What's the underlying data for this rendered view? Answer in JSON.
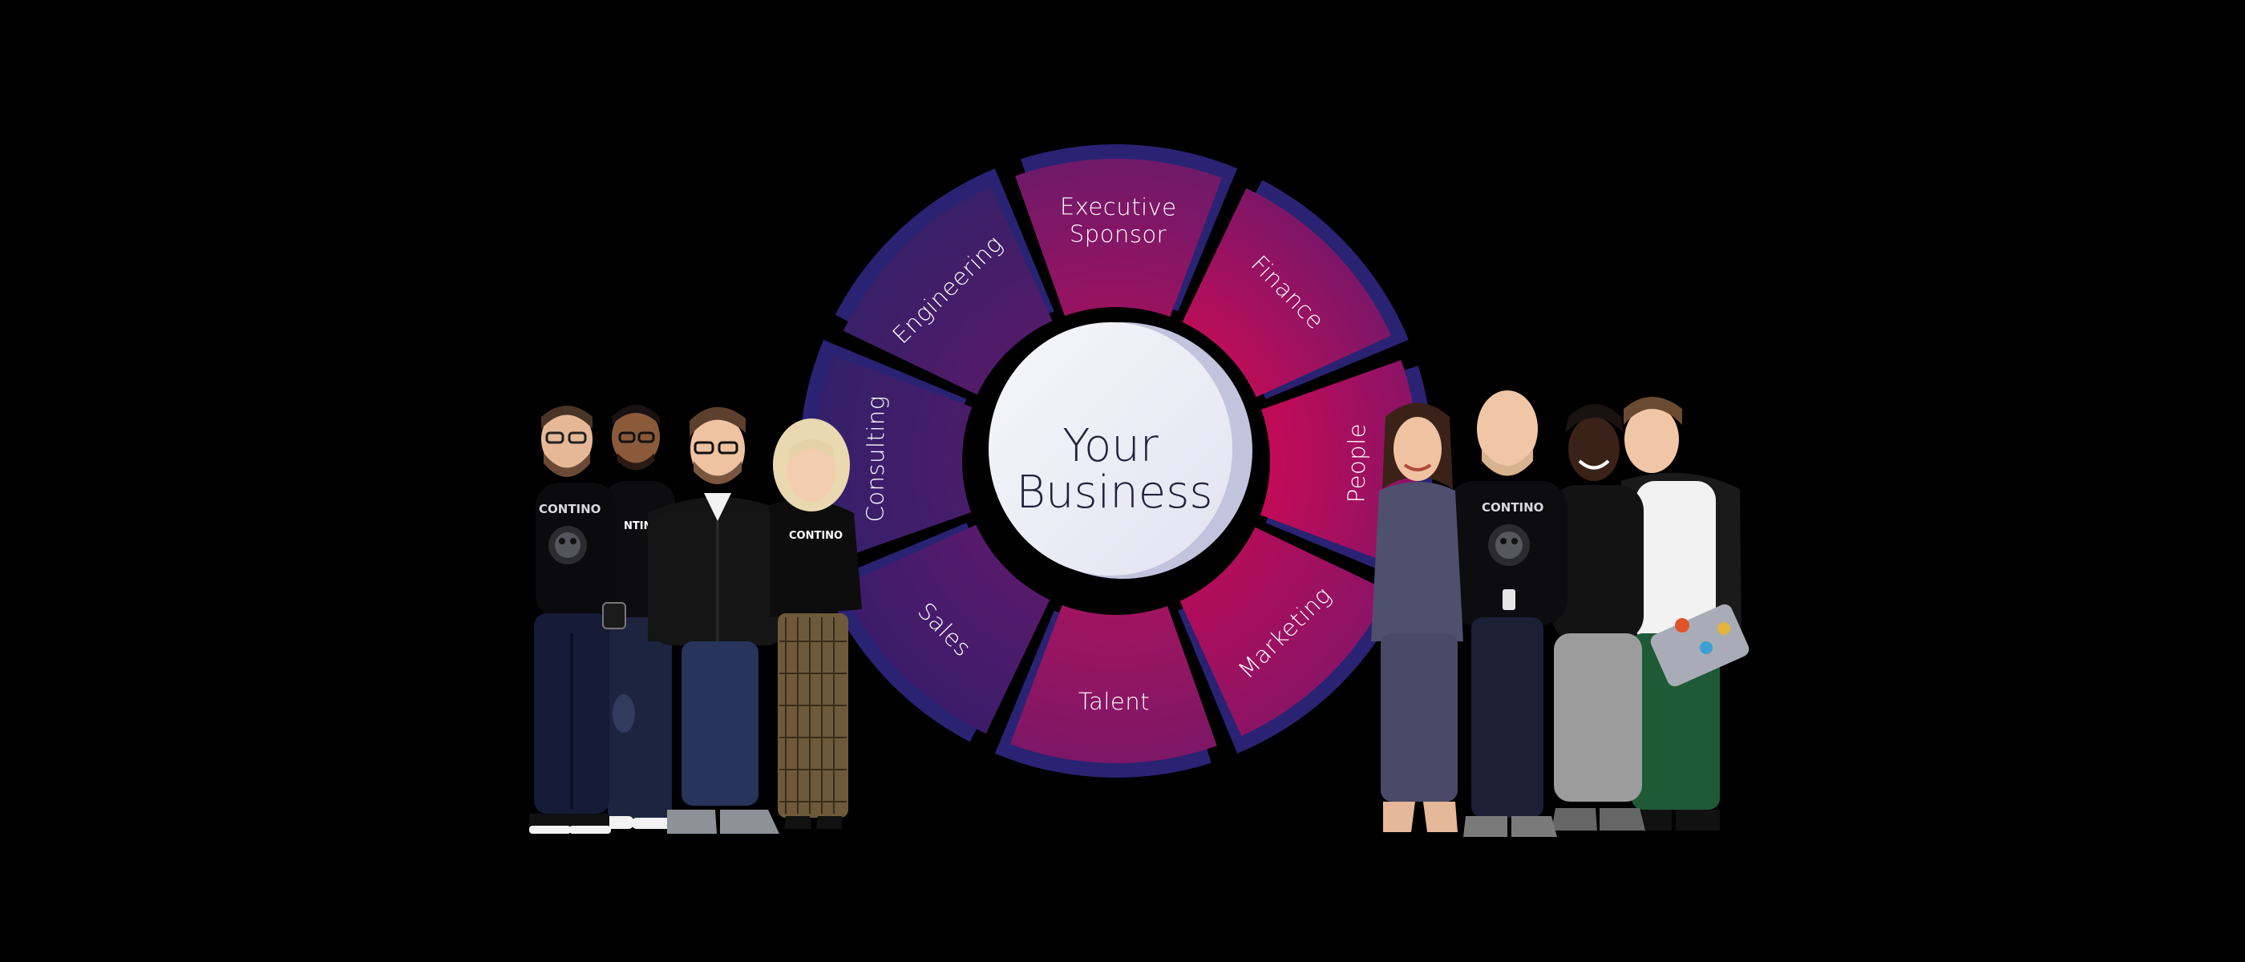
{
  "center": {
    "line1": "Your",
    "line2": "Business"
  },
  "segments": [
    {
      "id": "executive-sponsor",
      "lines": [
        "Executive",
        "Sponsor"
      ],
      "color_outer": "#6e1a6a",
      "color_inner": "#9c1260"
    },
    {
      "id": "finance",
      "lines": [
        "Finance"
      ],
      "color_outer": "#7a1668",
      "color_inner": "#c00d58"
    },
    {
      "id": "people",
      "lines": [
        "People"
      ],
      "color_outer": "#8a1366",
      "color_inner": "#c80a55"
    },
    {
      "id": "marketing",
      "lines": [
        "Marketing"
      ],
      "color_outer": "#8a1466",
      "color_inner": "#b50c58"
    },
    {
      "id": "talent",
      "lines": [
        "Talent"
      ],
      "color_outer": "#7b1766",
      "color_inner": "#a41460"
    },
    {
      "id": "sales",
      "lines": [
        "Sales"
      ],
      "color_outer": "#3a1c6a",
      "color_inner": "#5a1a6c"
    },
    {
      "id": "consulting",
      "lines": [
        "Consulting"
      ],
      "color_outer": "#33206a",
      "color_inner": "#4c1c6a"
    },
    {
      "id": "engineering",
      "lines": [
        "Engineering"
      ],
      "color_outer": "#372068",
      "color_inner": "#551a6a"
    }
  ],
  "shirts": {
    "left_1": "CONTINO",
    "left_2": "NTIN",
    "left_4": "CONTINO",
    "right_2": "CONTINO"
  },
  "colors": {
    "background": "#000000",
    "ring_shadow": "#2a2373",
    "hub_face": "#eeeef6",
    "hub_side": "#c2c4de"
  }
}
